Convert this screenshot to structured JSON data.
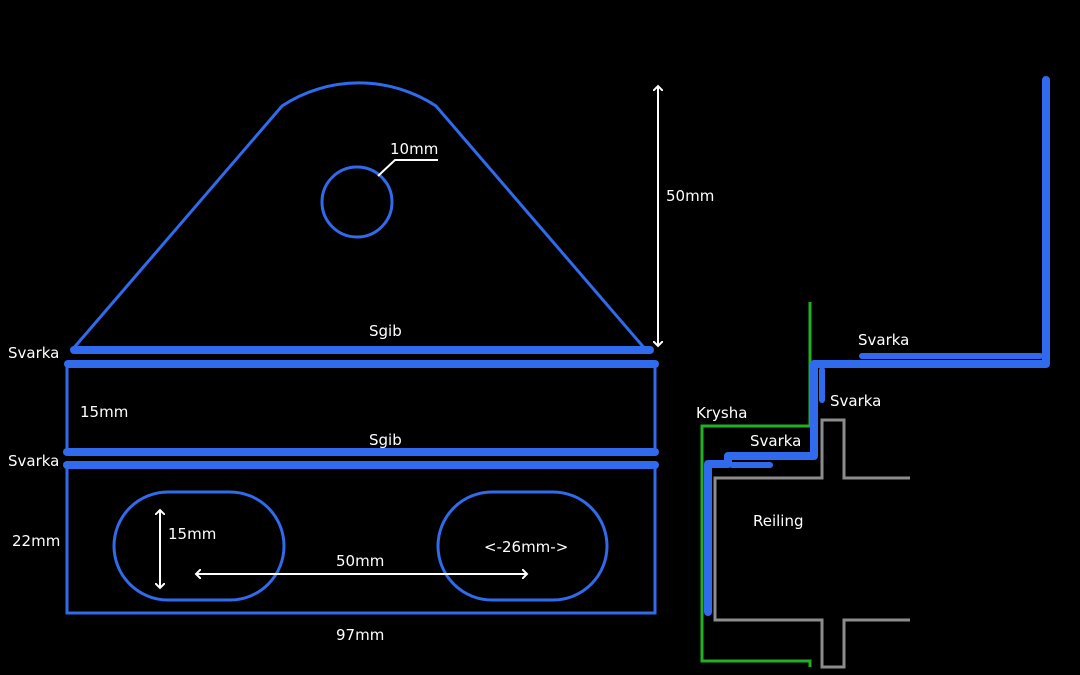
{
  "colors": {
    "background": "#000000",
    "part": "#2f6bec",
    "dimension": "#ffffff",
    "roof": "#22b022",
    "railing": "#8c8c8c"
  },
  "labels": {
    "hole_dia": "10mm",
    "height_50": "50mm",
    "bend_top": "Sgib",
    "bend_mid": "Sgib",
    "weld_top": "Svarka",
    "weld_mid": "Svarka",
    "band_15": "15mm",
    "band_22": "22mm",
    "slot_h": "15mm",
    "slot_spacing": "50mm",
    "slot_w": "<-26mm->",
    "width_97": "97mm",
    "roof": "Krysha",
    "weld_profile_top": "Svarka",
    "weld_profile_mid": "Svarka",
    "weld_profile_low": "Svarka",
    "railing": "Reiling"
  }
}
